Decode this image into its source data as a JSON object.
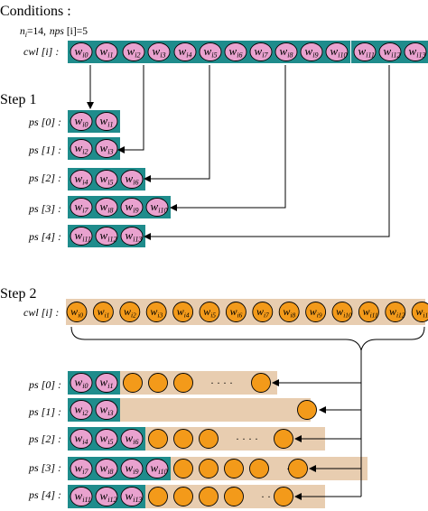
{
  "conditions_title": "Conditions :",
  "conditions_line": {
    "n_var": "n",
    "n_sub": "i",
    "n_eq": "=14,",
    "nps_var": "nps",
    "nps_index": "[i]",
    "nps_eq": "=5"
  },
  "labels": {
    "cwl": "cwl [i] :",
    "ps": [
      "ps [0] :",
      "ps [1] :",
      "ps [2] :",
      "ps [3] :",
      "ps [4] :"
    ]
  },
  "steps": [
    "Step 1",
    "Step 2"
  ],
  "word_prefix": "w",
  "words": [
    "i0",
    "i1",
    "i2",
    "i3",
    "i4",
    "i5",
    "i6",
    "i7",
    "i8",
    "i9",
    "i10",
    "i11",
    "i12",
    "i13"
  ],
  "step1_groups": [
    [
      "i0",
      "i1"
    ],
    [
      "i2",
      "i3"
    ],
    [
      "i4",
      "i5",
      "i6"
    ],
    [
      "i7",
      "i8",
      "i9",
      "i10"
    ],
    [
      "i11",
      "i12",
      "i13"
    ]
  ],
  "step2_rows": [
    {
      "words": [
        "i0",
        "i1"
      ],
      "circles_before_dots": 3,
      "circles_after_dots": 1
    },
    {
      "words": [
        "i2",
        "i3"
      ],
      "circles_before_dots": 0,
      "circles_after_dots": 1
    },
    {
      "words": [
        "i4",
        "i5",
        "i6"
      ],
      "circles_before_dots": 3,
      "circles_after_dots": 1
    },
    {
      "words": [
        "i7",
        "i8",
        "i9",
        "i10"
      ],
      "circles_before_dots": 4,
      "circles_after_dots": 1
    },
    {
      "words": [
        "i11",
        "i12",
        "i13"
      ],
      "circles_before_dots": 4,
      "circles_after_dots": 1
    }
  ],
  "ellipsis": "·  ·  ·  ·",
  "colors": {
    "teal": "#1f8c8c",
    "pink": "#e9a2cf",
    "orange": "#f39a1a",
    "tan": "#e8cdb0",
    "line": "#000000"
  }
}
